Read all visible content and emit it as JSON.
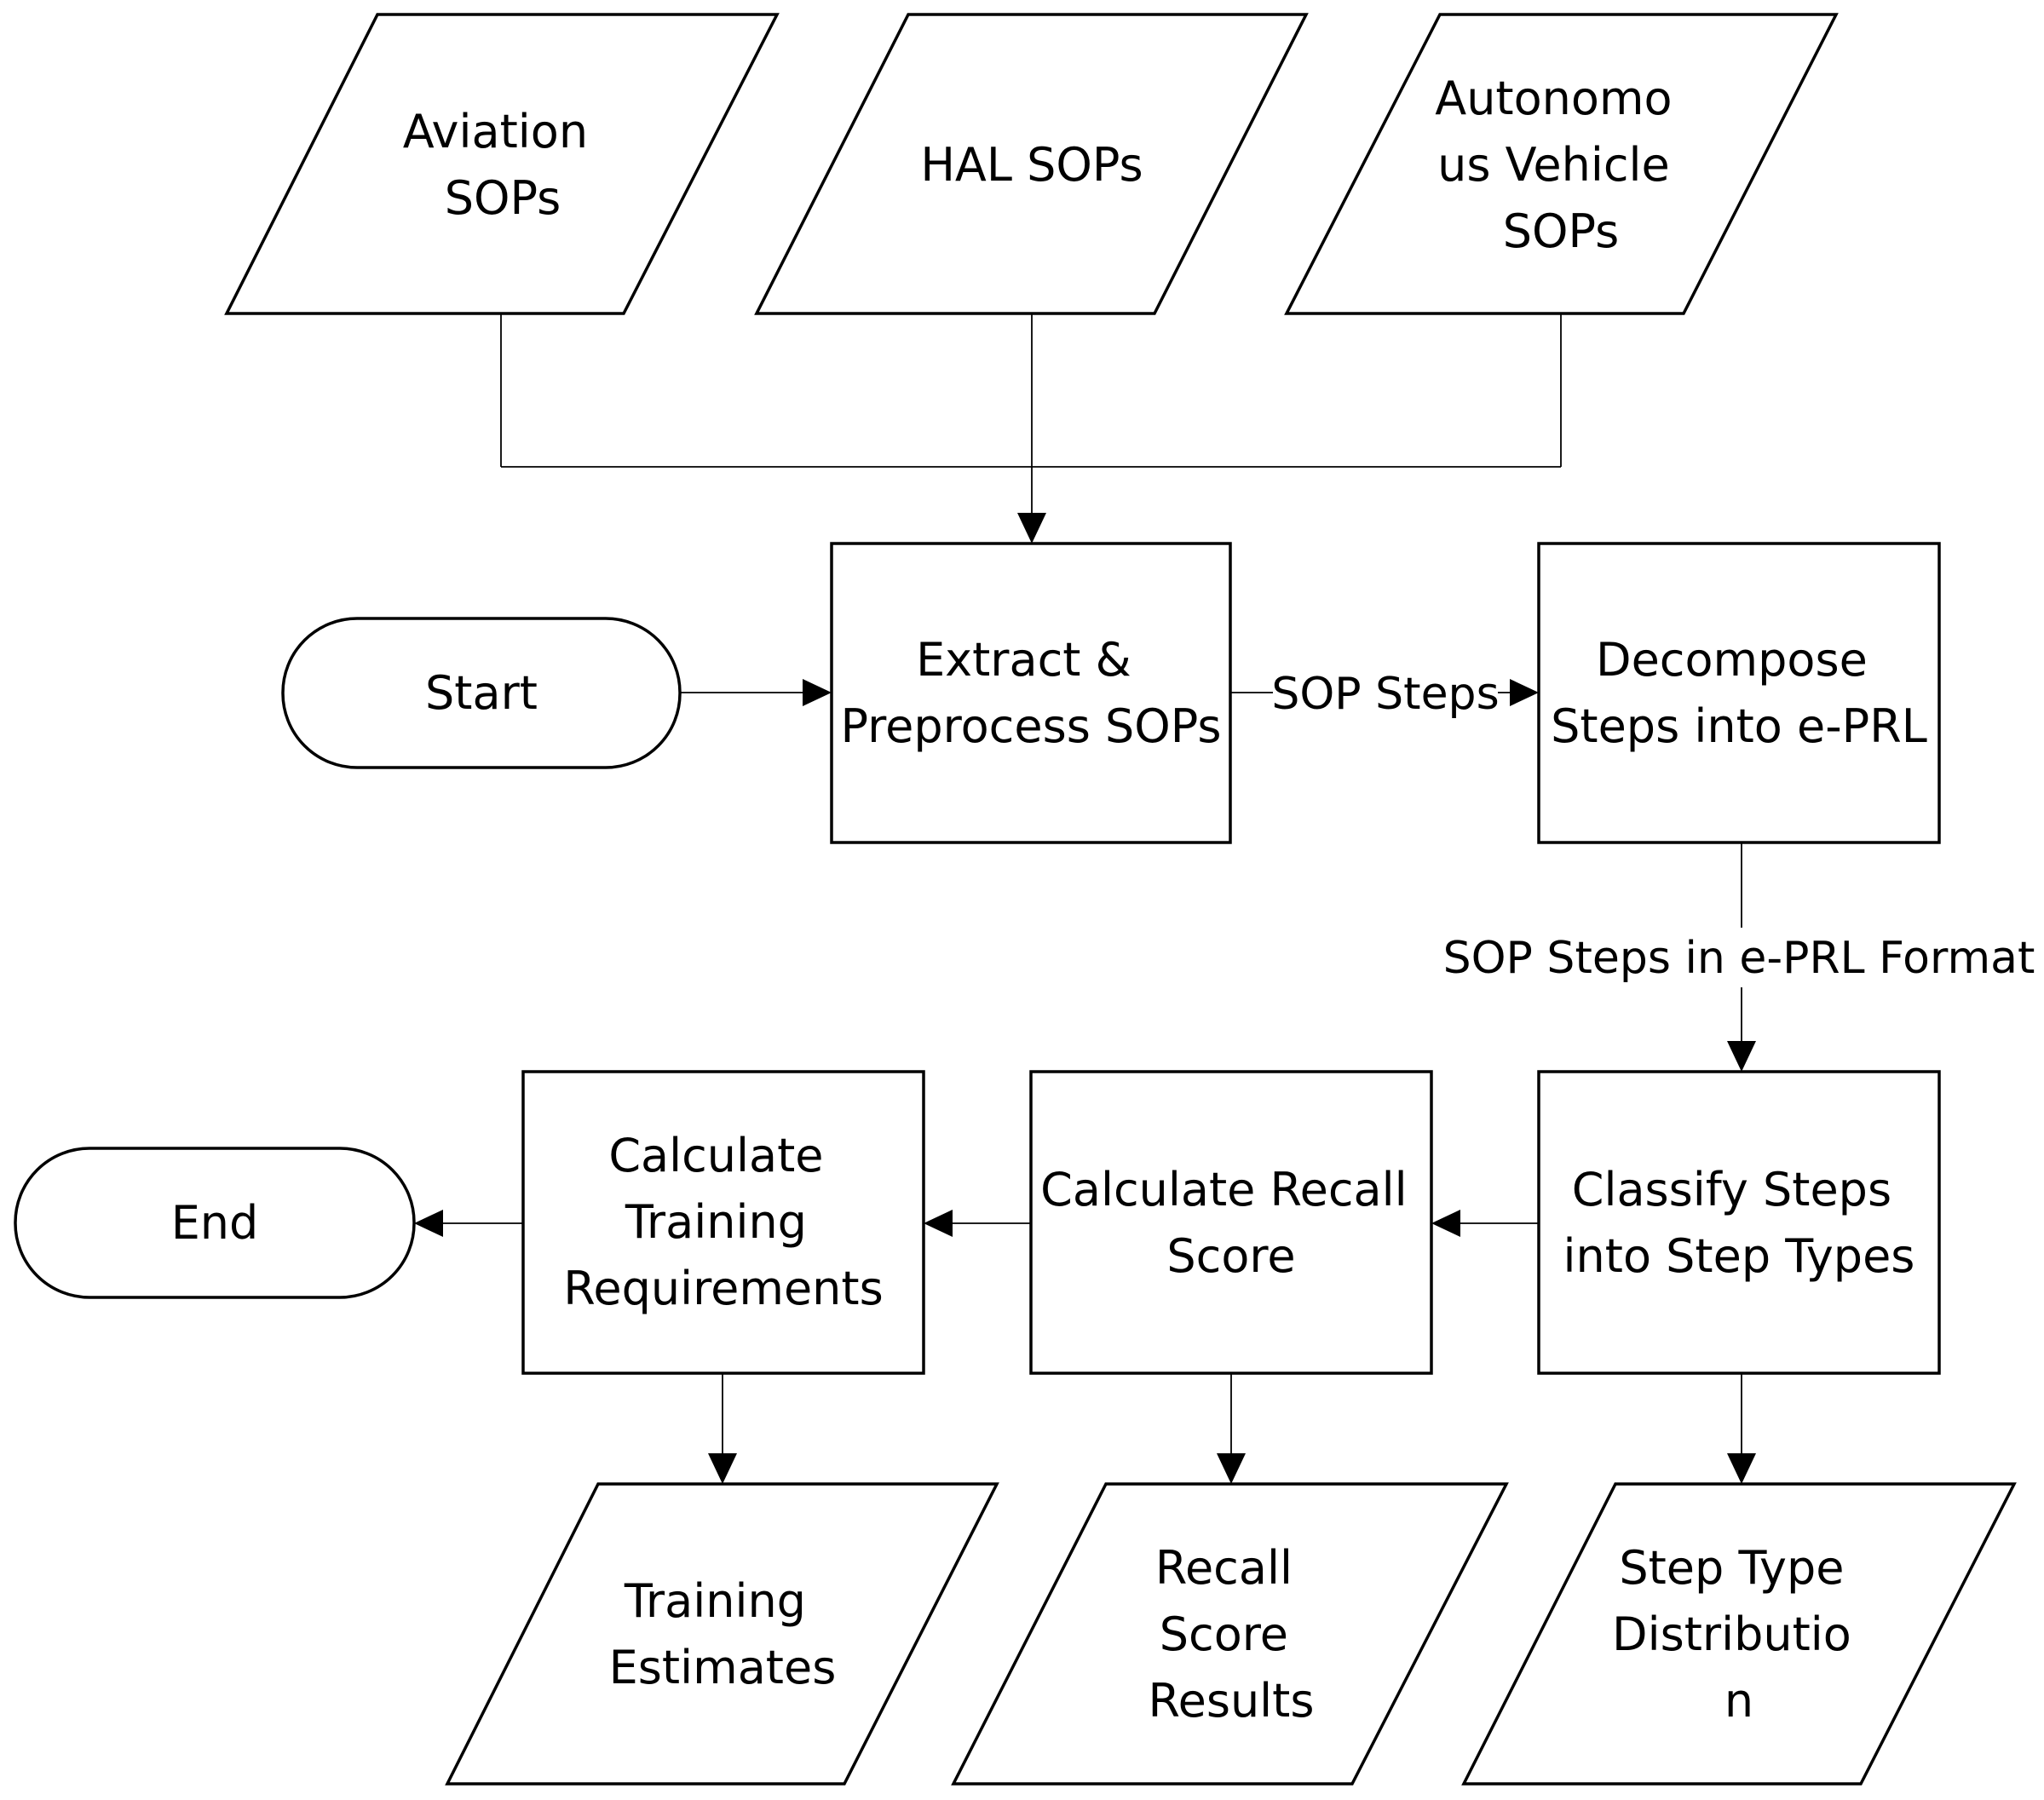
{
  "nodes": {
    "aviation_sops": {
      "lines": [
        "Aviation",
        "SOPs"
      ]
    },
    "hal_sops": {
      "lines": [
        "HAL SOPs"
      ]
    },
    "autonomous_vehicle_sops": {
      "lines": [
        "Autonomo",
        "us Vehicle",
        "SOPs"
      ]
    },
    "start": {
      "lines": [
        "Start"
      ]
    },
    "extract_preprocess": {
      "lines": [
        "Extract &",
        "Preprocess SOPs"
      ]
    },
    "decompose_steps": {
      "lines": [
        "Decompose",
        "Steps into e-PRL"
      ]
    },
    "classify_steps": {
      "lines": [
        "Classify Steps",
        "into Step Types"
      ]
    },
    "calculate_recall": {
      "lines": [
        "Calculate Recall",
        "Score"
      ]
    },
    "calculate_training": {
      "lines": [
        "Calculate",
        "Training",
        "Requirements"
      ]
    },
    "end": {
      "lines": [
        "End"
      ]
    },
    "training_estimates": {
      "lines": [
        "Training",
        "Estimates"
      ]
    },
    "recall_score_results": {
      "lines": [
        "Recall",
        "Score",
        "Results"
      ]
    },
    "step_type_distribution": {
      "lines": [
        "Step Type",
        "Distributio",
        "n"
      ]
    }
  },
  "edges": {
    "sop_steps": "SOP Steps",
    "sop_steps_eprl": "SOP Steps in e-PRL Format"
  }
}
